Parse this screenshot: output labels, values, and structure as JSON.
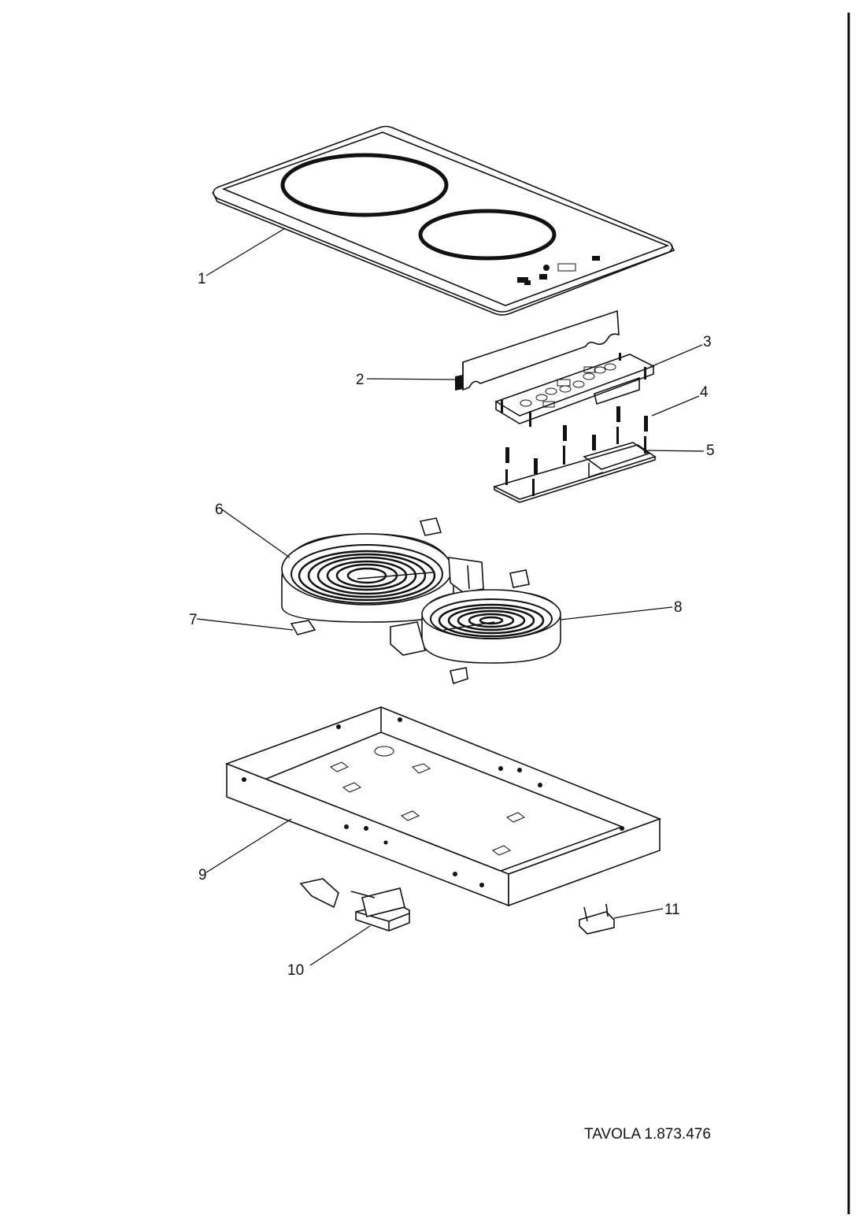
{
  "plate": {
    "code": "TAVOLA 1.873.476"
  },
  "callouts": [
    {
      "id": "1",
      "label": "1"
    },
    {
      "id": "2",
      "label": "2"
    },
    {
      "id": "3",
      "label": "3"
    },
    {
      "id": "4",
      "label": "4"
    },
    {
      "id": "5",
      "label": "5"
    },
    {
      "id": "6",
      "label": "6"
    },
    {
      "id": "7",
      "label": "7"
    },
    {
      "id": "8",
      "label": "8"
    },
    {
      "id": "9",
      "label": "9"
    },
    {
      "id": "10",
      "label": "10"
    },
    {
      "id": "11",
      "label": "11"
    }
  ]
}
